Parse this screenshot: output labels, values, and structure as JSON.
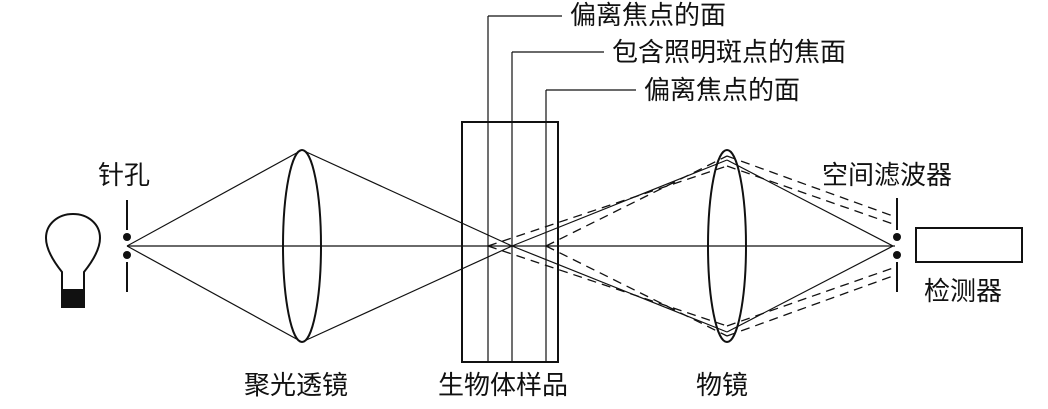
{
  "labels": {
    "defocus_plane_top": "偏离焦点的面",
    "focal_plane": "包含照明斑点的焦面",
    "defocus_plane_bottom": "偏离焦点的面",
    "pinhole": "针孔",
    "spatial_filter": "空间滤波器",
    "detector": "检测器",
    "condenser_lens": "聚光透镜",
    "sample": "生物体样品",
    "objective": "物镜"
  },
  "icons": [
    "light-bulb-icon",
    "pinhole-icon",
    "spatial-filter-icon",
    "detector-icon"
  ]
}
